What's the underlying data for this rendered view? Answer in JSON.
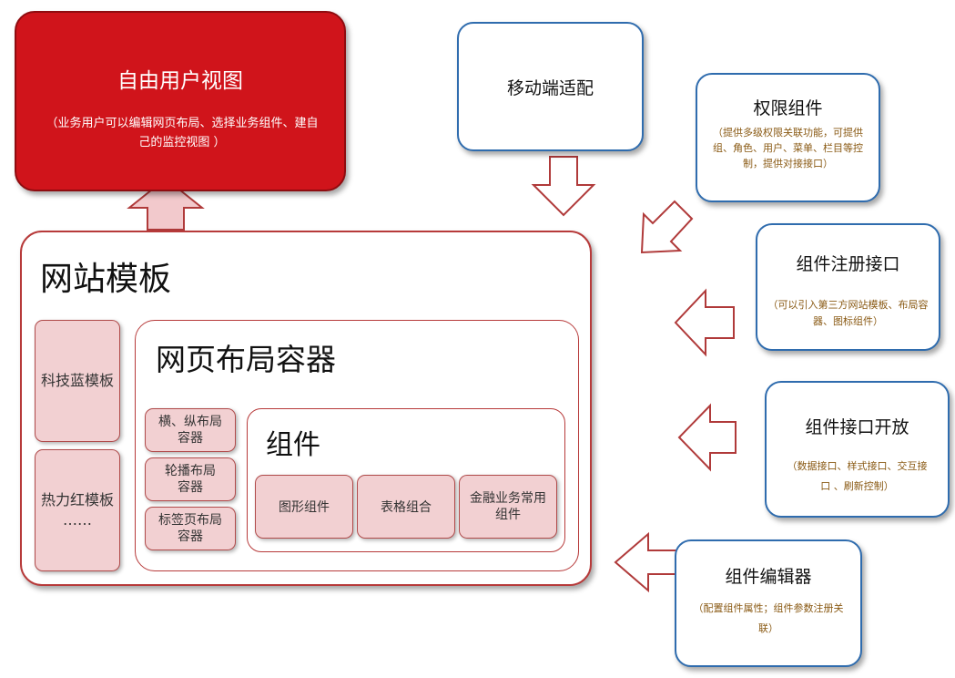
{
  "top_left": {
    "title": "自由用户视图",
    "desc": "（业务用户可以编辑网页布局、选择业务组件、建自己的监控视图 ）"
  },
  "mobile": {
    "title": "移动端适配"
  },
  "permission": {
    "title": "权限组件",
    "desc": "（提供多级权限关联功能，可提供组、角色、用户、菜单、栏目等控制，提供对接接口）"
  },
  "register": {
    "title": "组件注册接口",
    "desc": "（可以引入第三方网站模板、布局容器、图标组件）"
  },
  "open_api": {
    "title": "组件接口开放",
    "desc": "（数据接口、样式接口、交互接口 、刷新控制）"
  },
  "editor": {
    "title": "组件编辑器",
    "desc": "（配置组件属性；组件参数注册关联）"
  },
  "site_template": {
    "title": "网站模板",
    "items": [
      "科技蓝模板",
      "热力红模板\n……"
    ]
  },
  "layout_container": {
    "title": "网页布局容器",
    "items": [
      "横、纵布局容器",
      "轮播布局容器",
      "标签页布局容器"
    ]
  },
  "component": {
    "title": "组件",
    "items": [
      "图形组件",
      "表格组合",
      "金融业务常用组件"
    ]
  },
  "colors": {
    "accent_red": "#d0141b",
    "box_blue": "#2f6cae",
    "pink_fill": "#f2d0d2",
    "gold_text": "#8a5a14"
  }
}
